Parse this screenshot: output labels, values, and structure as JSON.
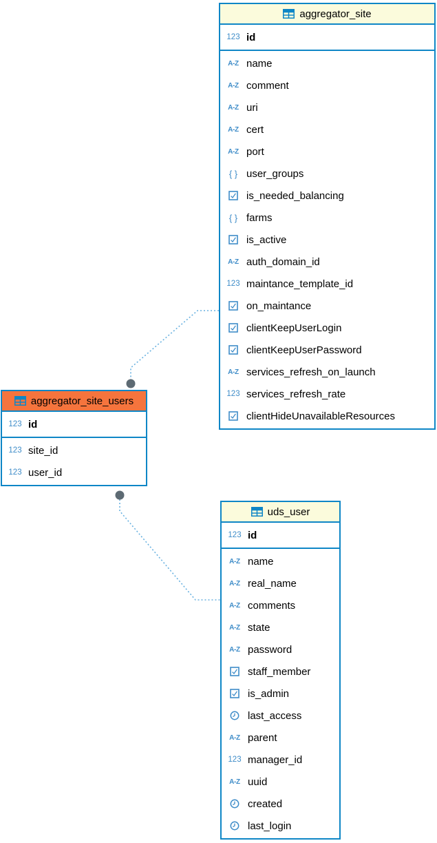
{
  "diagram": {
    "colors": {
      "table_border": "#0e86c6",
      "icon_blue": "#3e8cc8",
      "header_default": "#fbfbdc",
      "header_selected": "#f5743d",
      "relation_line": "#68b1e0",
      "relation_endpoint": "#5d6a73"
    },
    "tables": [
      {
        "name": "aggregator_site",
        "selected": false,
        "keys": [
          {
            "name": "id",
            "type": "number"
          }
        ],
        "columns": [
          {
            "name": "name",
            "type": "text"
          },
          {
            "name": "comment",
            "type": "text"
          },
          {
            "name": "uri",
            "type": "text"
          },
          {
            "name": "cert",
            "type": "text"
          },
          {
            "name": "port",
            "type": "text"
          },
          {
            "name": "user_groups",
            "type": "json"
          },
          {
            "name": "is_needed_balancing",
            "type": "boolean"
          },
          {
            "name": "farms",
            "type": "json"
          },
          {
            "name": "is_active",
            "type": "boolean"
          },
          {
            "name": "auth_domain_id",
            "type": "text"
          },
          {
            "name": "maintance_template_id",
            "type": "number"
          },
          {
            "name": "on_maintance",
            "type": "boolean"
          },
          {
            "name": "clientKeepUserLogin",
            "type": "boolean"
          },
          {
            "name": "clientKeepUserPassword",
            "type": "boolean"
          },
          {
            "name": "services_refresh_on_launch",
            "type": "text"
          },
          {
            "name": "services_refresh_rate",
            "type": "number"
          },
          {
            "name": "clientHideUnavailableResources",
            "type": "boolean"
          }
        ]
      },
      {
        "name": "aggregator_site_users",
        "selected": true,
        "keys": [
          {
            "name": "id",
            "type": "number"
          }
        ],
        "columns": [
          {
            "name": "site_id",
            "type": "number"
          },
          {
            "name": "user_id",
            "type": "number"
          }
        ]
      },
      {
        "name": "uds_user",
        "selected": false,
        "keys": [
          {
            "name": "id",
            "type": "number"
          }
        ],
        "columns": [
          {
            "name": "name",
            "type": "text"
          },
          {
            "name": "real_name",
            "type": "text"
          },
          {
            "name": "comments",
            "type": "text"
          },
          {
            "name": "state",
            "type": "text"
          },
          {
            "name": "password",
            "type": "text"
          },
          {
            "name": "staff_member",
            "type": "boolean"
          },
          {
            "name": "is_admin",
            "type": "boolean"
          },
          {
            "name": "last_access",
            "type": "datetime"
          },
          {
            "name": "parent",
            "type": "text"
          },
          {
            "name": "manager_id",
            "type": "number"
          },
          {
            "name": "uuid",
            "type": "text"
          },
          {
            "name": "created",
            "type": "datetime"
          },
          {
            "name": "last_login",
            "type": "datetime"
          }
        ]
      }
    ],
    "connections": [
      {
        "from": "aggregator_site",
        "to": "aggregator_site_users"
      },
      {
        "from": "aggregator_site_users",
        "to": "uds_user"
      }
    ],
    "icon_types": {
      "number": "123",
      "text": "A-Z",
      "json": "{ }",
      "boolean": "checkbox-icon",
      "datetime": "clock-icon"
    }
  }
}
